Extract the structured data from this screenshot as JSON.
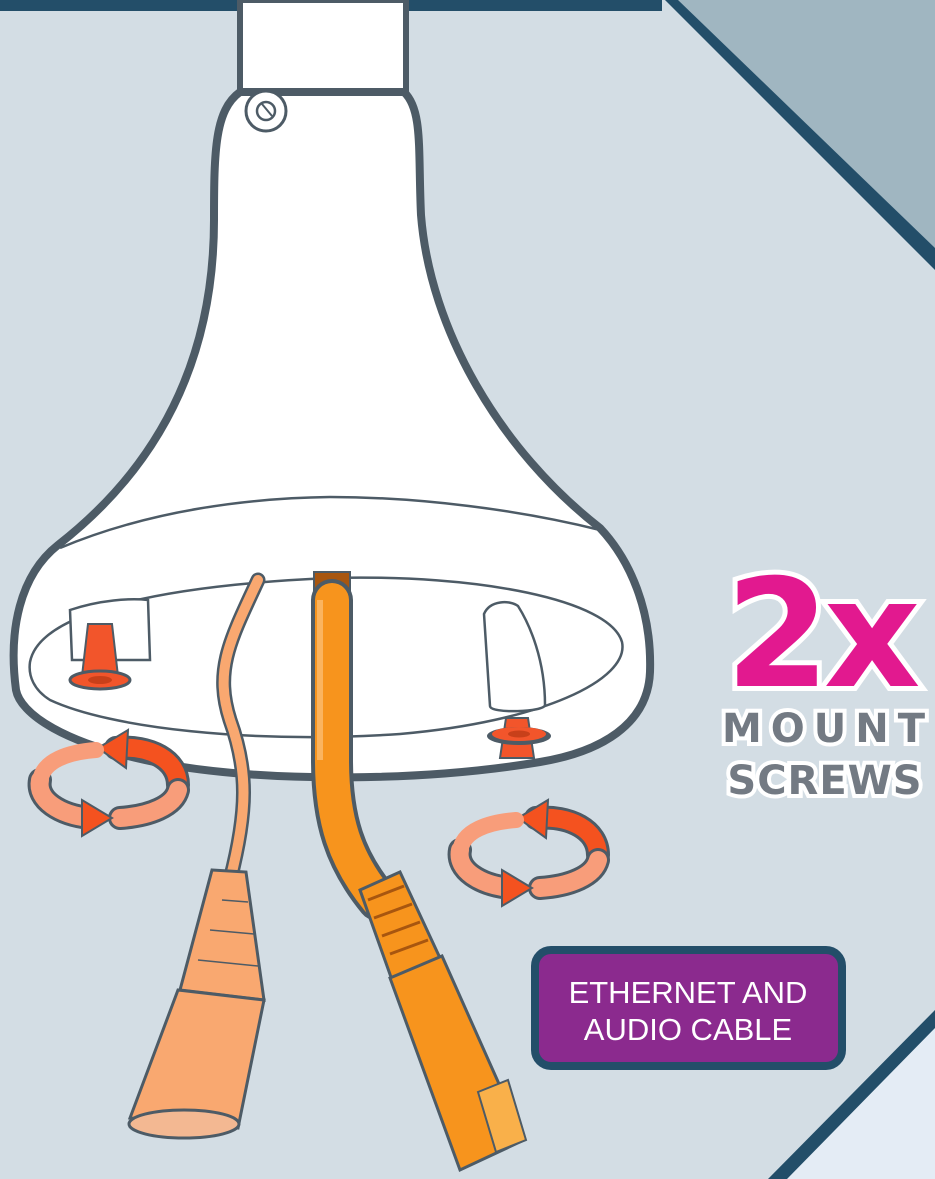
{
  "callout": {
    "multiplier": "2x",
    "line1": "MOUNT",
    "line2": "SCREWS"
  },
  "cable_badge": {
    "line1": "ETHERNET AND",
    "line2": "AUDIO CABLE"
  },
  "colors": {
    "background": "#d3dde4",
    "outline": "#4d5b66",
    "corner_dark": "#234e69",
    "corner_panel": "#a0b6c1",
    "magenta": "#e2198f",
    "badge_fill": "#8b2a8e",
    "badge_border": "#234e69",
    "screw": "#f2552b",
    "arrow_light": "#f89d7a",
    "arrow_dark": "#f4521f",
    "ethernet_cable": "#f7941d",
    "audio_cable": "#f9a870"
  },
  "icons": [
    "rotate-arrows-icon",
    "screw-icon"
  ]
}
